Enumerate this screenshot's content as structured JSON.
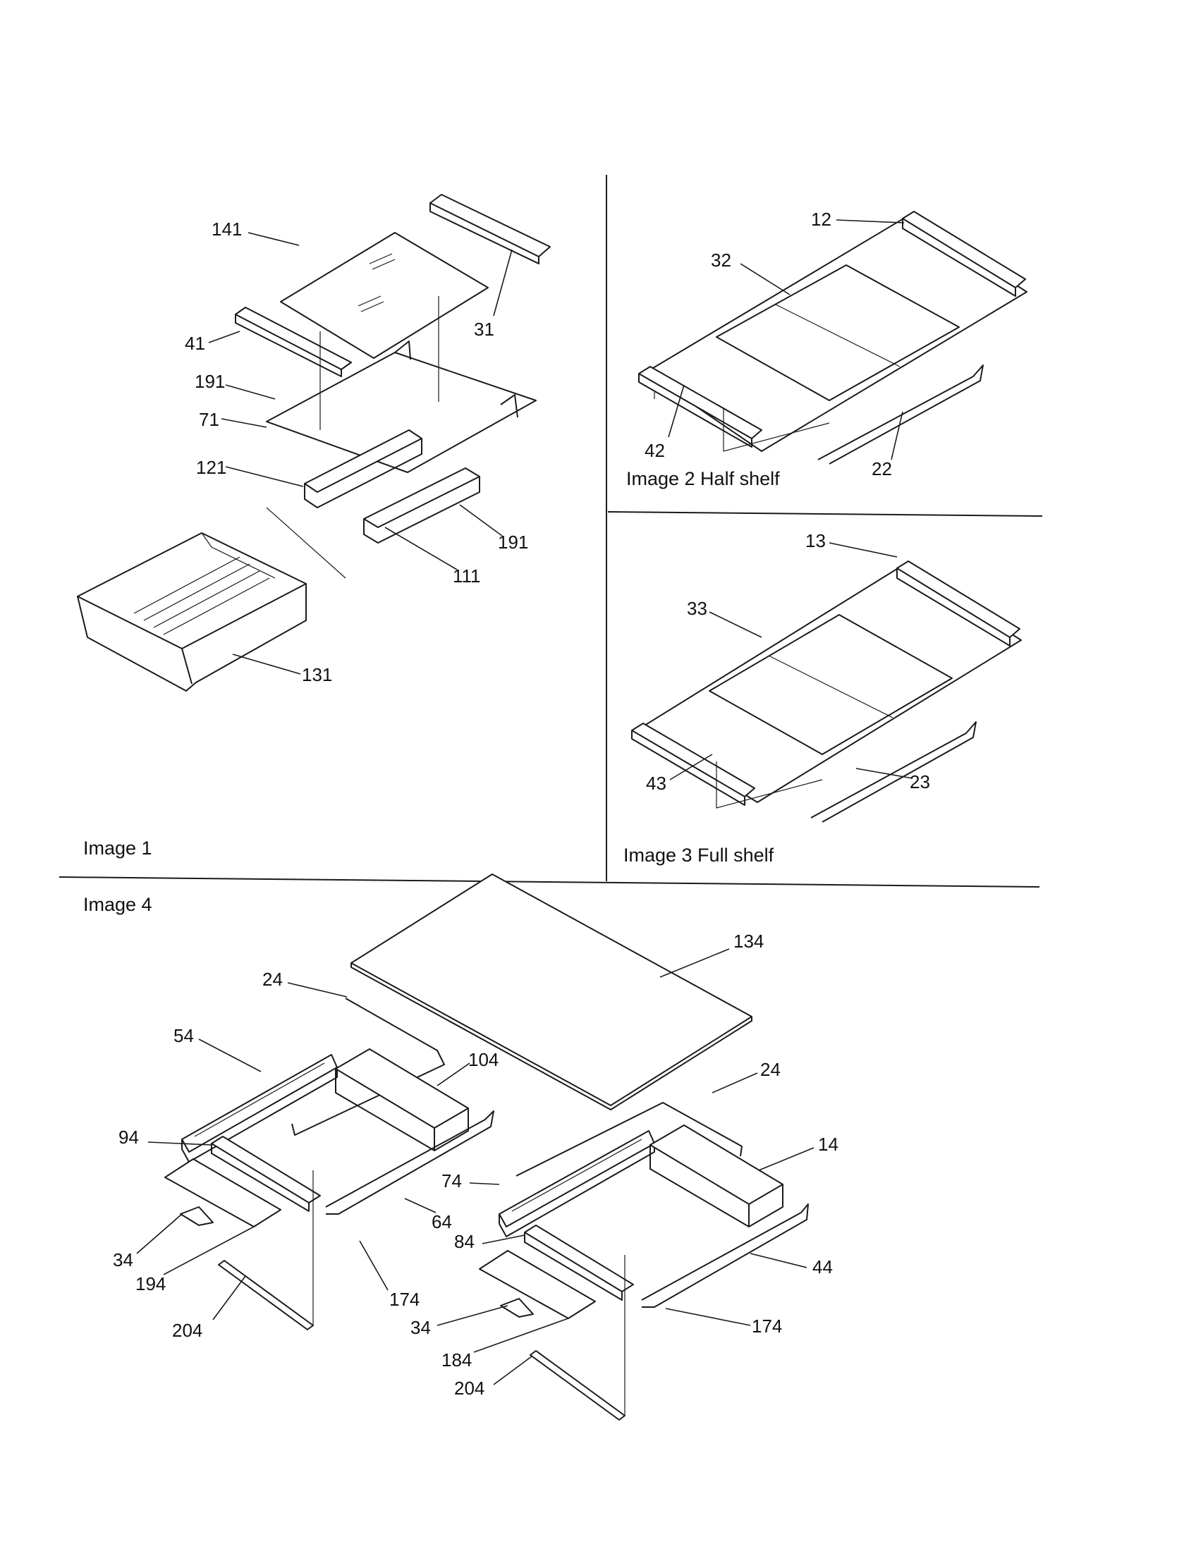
{
  "sections": {
    "image1": "Image 1",
    "image2": "Image 2 Half shelf",
    "image3": "Image 3 Full shelf",
    "image4": "Image 4"
  },
  "callouts": {
    "c141": "141",
    "c31": "31",
    "c41": "41",
    "c191a": "191",
    "c71": "71",
    "c121": "121",
    "c191b": "191",
    "c111": "111",
    "c131": "131",
    "c12": "12",
    "c32": "32",
    "c42": "42",
    "c22": "22",
    "c13": "13",
    "c33": "33",
    "c43": "43",
    "c23": "23",
    "c134": "134",
    "c24a": "24",
    "c54": "54",
    "c104": "104",
    "c24b": "24",
    "c94": "94",
    "c14": "14",
    "c74": "74",
    "c64": "64",
    "c34a": "34",
    "c194": "194",
    "c84": "84",
    "c44": "44",
    "c174a": "174",
    "c204a": "204",
    "c34b": "34",
    "c184": "184",
    "c174b": "174",
    "c204b": "204"
  }
}
